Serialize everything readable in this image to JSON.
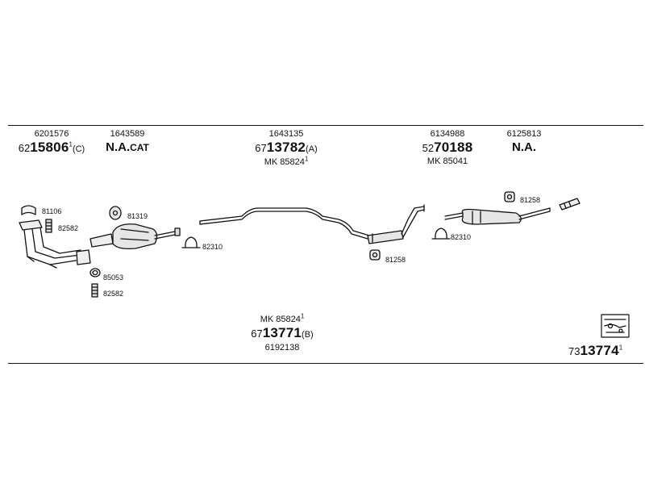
{
  "columns": [
    {
      "ref": "6201576",
      "pre": "62",
      "big": "15806",
      "sup": "1",
      "suf": "(C)",
      "mk": ""
    },
    {
      "ref": "1643589",
      "pre": "",
      "big": "N.A.",
      "sup": "",
      "suf": "CAT",
      "mk": ""
    },
    {
      "ref": "1643135",
      "pre": "67",
      "big": "13782",
      "sup": "",
      "suf": "(A)",
      "mk": "MK  85824",
      "mk_sup": "1"
    },
    {
      "ref": "6134988",
      "pre": "52",
      "big": "70188",
      "sup": "",
      "suf": "",
      "mk": "MK  85041",
      "mk_sup": ""
    },
    {
      "ref": "6125813",
      "pre": "",
      "big": "N.A.",
      "sup": "",
      "suf": "",
      "mk": ""
    }
  ],
  "bottom": {
    "mk": "MK  85824",
    "mk_sup": "1",
    "pre": "67",
    "big": "13771",
    "suf": "(B)",
    "ref": "6192138"
  },
  "corner": {
    "pre": "73",
    "big": "13774",
    "sup": "1"
  },
  "parts": {
    "p81106": "81106",
    "p82582a": "82582",
    "p85053": "85053",
    "p82582b": "82582",
    "p81319": "81319",
    "p82310a": "82310",
    "p81258a": "81258",
    "p82310b": "82310",
    "p81258b": "81258"
  }
}
